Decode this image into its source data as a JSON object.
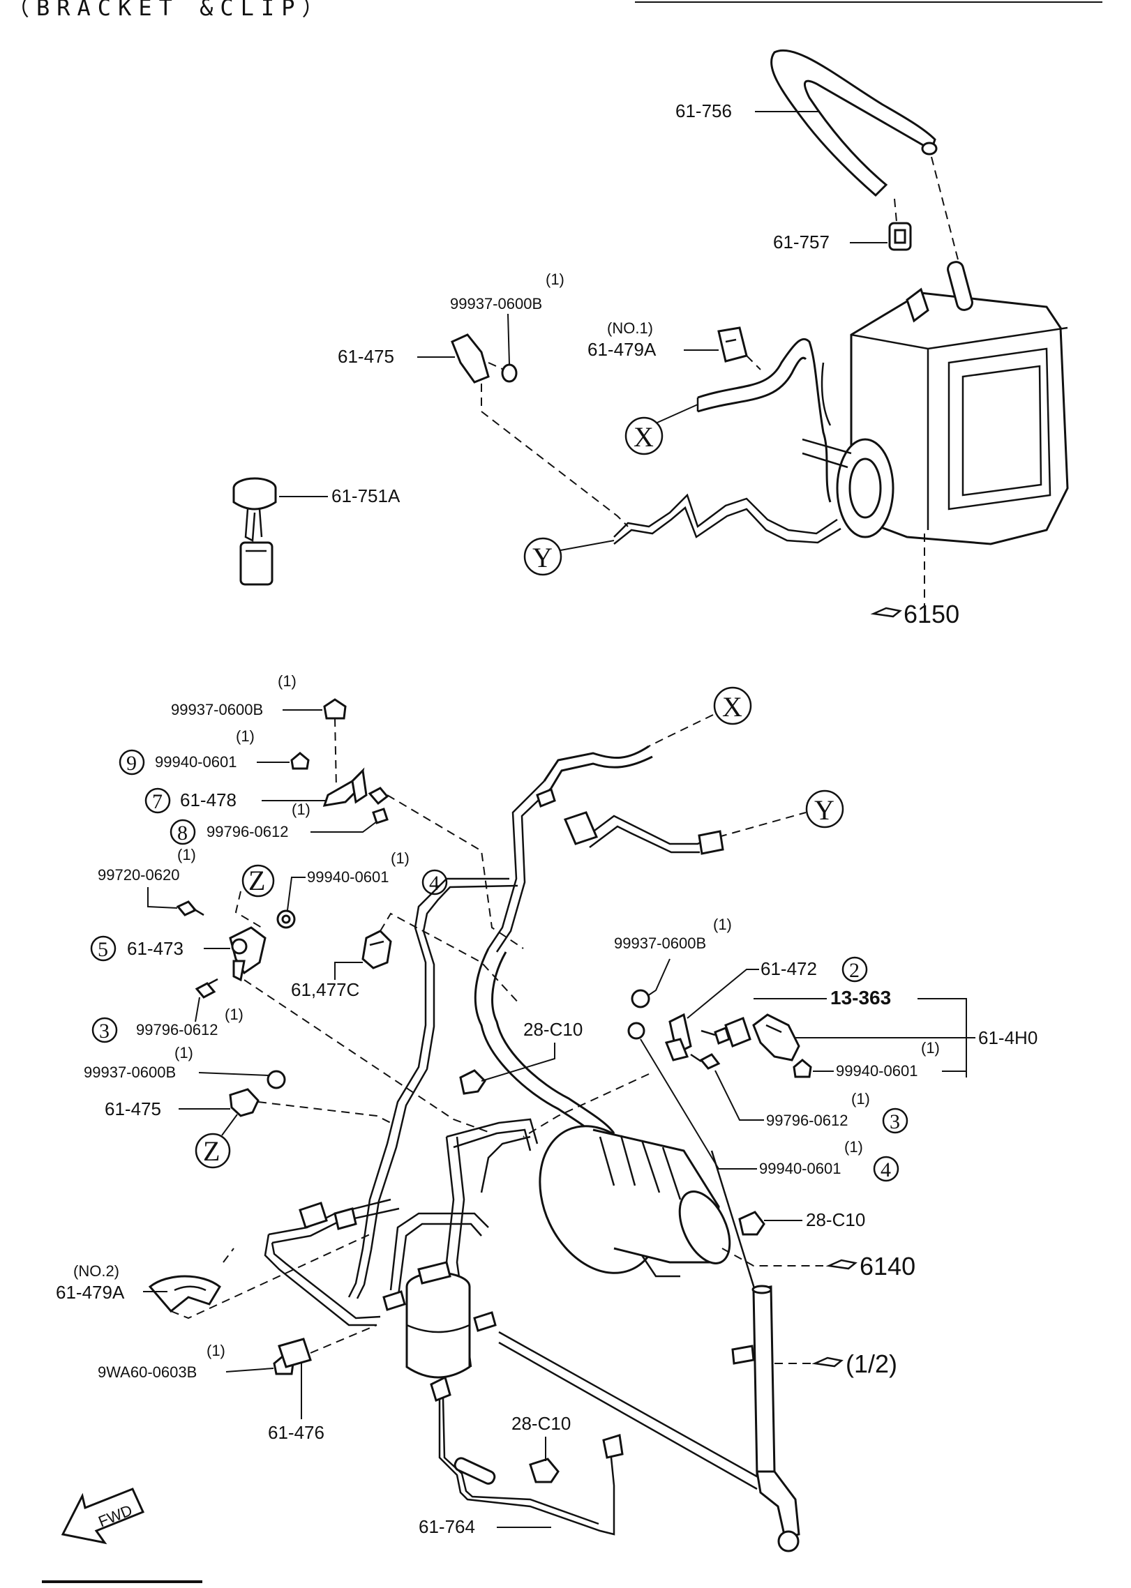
{
  "title": "（BRACKET &CLIP）",
  "markers": {
    "x": "X",
    "y": "Y",
    "z": "Z"
  },
  "circled": {
    "n2": "2",
    "n3": "3",
    "n4": "4",
    "n5": "5",
    "n7": "7",
    "n8": "8",
    "n9": "9"
  },
  "qty": "(1)",
  "top": {
    "hose_756": "61-756",
    "clip_757": "61-757",
    "bracket_475": "61-475",
    "nut_0600b": "99937-0600B",
    "clip_479a_no": "(NO.1)",
    "clip_479a": "61-479A",
    "switch_751a": "61-751A",
    "ref_6150": "6150"
  },
  "bottom": {
    "nut_0600b_a": "99937-0600B",
    "nut_0601_a": "99940-0601",
    "bracket_478": "61-478",
    "bolt_0612_a": "99796-0612",
    "bolt_0620": "99720-0620",
    "nut_0601_b": "99940-0601",
    "bracket_473": "61-473",
    "clip_477c": "61,477C",
    "bolt_0612_b": "99796-0612",
    "nut_0600b_b": "99937-0600B",
    "bracket_475": "61-475",
    "clip_28c10_a": "28-C10",
    "nut_0600b_c": "99937-0600B",
    "bracket_472": "61-472",
    "switch_13363": "13-363",
    "bracket_4h0": "61-4H0",
    "nut_0601_c": "99940-0601",
    "bolt_0612_c": "99796-0612",
    "nut_0601_d": "99940-0601",
    "clip_28c10_b": "28-C10",
    "ref_6140": "6140",
    "clip_479a_no": "(NO.2)",
    "clip_479a": "61-479A",
    "ref_half": "(1/2)",
    "nut_0603b": "9WA60-0603B",
    "bracket_476": "61-476",
    "clip_28c10_c": "28-C10",
    "harness_764": "61-764",
    "fwd": "FWD"
  }
}
